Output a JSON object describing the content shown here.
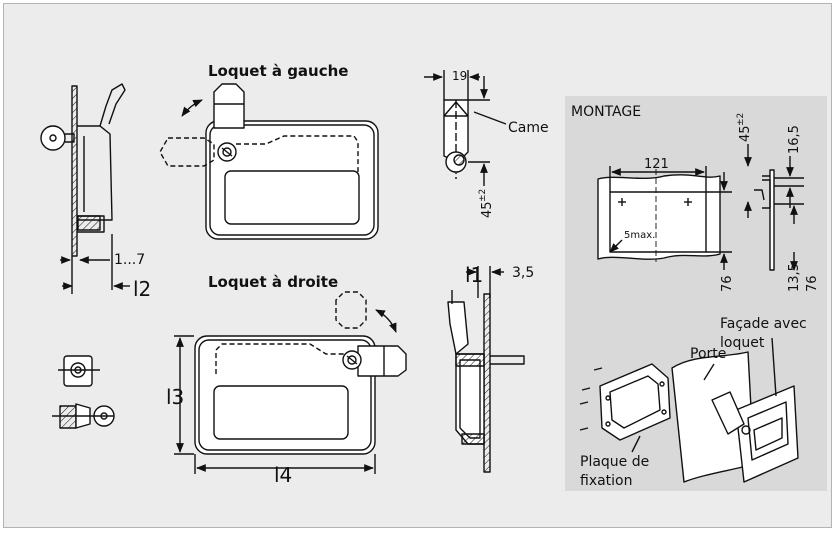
{
  "labels": {
    "left_latch_title": "Loquet à gauche",
    "right_latch_title": "Loquet à droite",
    "montage_title": "MONTAGE",
    "cam": "Came",
    "door": "Porte",
    "front_with_latch_line1": "Façade avec",
    "front_with_latch_line2": "loquet",
    "fixing_plate_line1": "Plaque de",
    "fixing_plate_line2": "fixation",
    "max_note": "5max."
  },
  "dimensions": {
    "range_1_7": "1...7",
    "l1": "l1",
    "l2": "l2",
    "l3": "l3",
    "l4": "l4",
    "d19": "19",
    "d45a": "45",
    "d45a_sup": "±2",
    "d3_5": "3,5",
    "d121": "121",
    "d45b": "45",
    "d45b_sup": "±2",
    "d16_5": "16,5",
    "d76a": "76",
    "d13_5": "13,5",
    "d76b": "76"
  },
  "colors": {
    "background": "#ececec",
    "panel": "#d9d9d9",
    "line": "#111111"
  }
}
